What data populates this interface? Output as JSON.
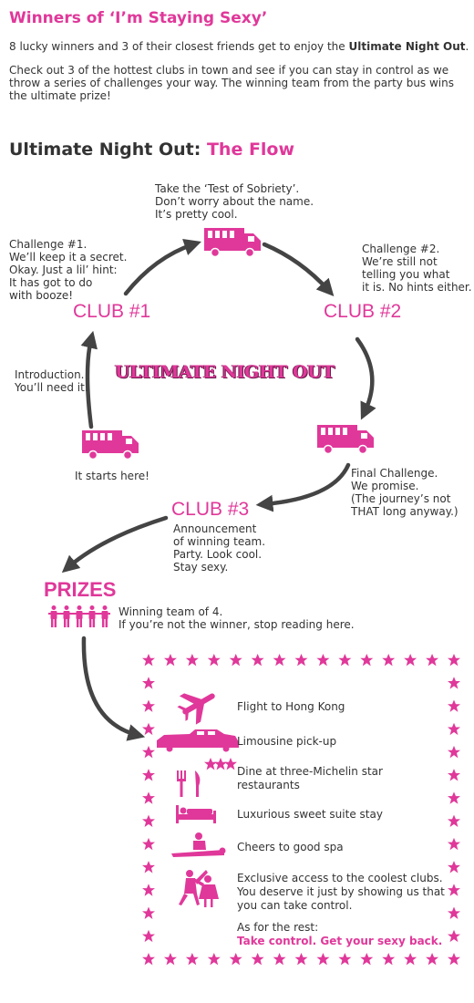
{
  "header": {
    "title": "Winners of ‘I’m Staying Sexy’",
    "intro_pre": "8 lucky winners and 3 of their closest friends get to enjoy the ",
    "intro_bold": "Ultimate Night Out",
    "intro_post": ".",
    "intro_2": "Check out 3 of the hottest clubs in town and see if you can stay in control as we throw a series of challenges your way. The winning team from the party bus wins the ultimate prize!"
  },
  "flow": {
    "heading_main": "Ultimate Night Out: ",
    "heading_accent": "The Flow",
    "center_title": "ULTIMATE NIGHT OUT",
    "clubs": [
      "CLUB #1",
      "CLUB #2",
      "CLUB #3"
    ],
    "steps": {
      "sobriety": [
        "Take the ‘Test of Sobriety’.",
        "Don’t worry about the name.",
        "It’s pretty cool."
      ],
      "challenge1": [
        "Challenge #1.",
        "We’ll keep it a secret.",
        "Okay. Just a lil’ hint:",
        "It has got to do",
        "with booze!"
      ],
      "challenge2": [
        "Challenge #2.",
        "We’re still not",
        "telling you what",
        "it is. No hints either."
      ],
      "introduction": [
        "Introduction.",
        "You’ll need it."
      ],
      "start": "It starts here!",
      "final": [
        "Final Challenge.",
        "We promise.",
        "(The journey’s not",
        "THAT long anyway.)"
      ],
      "club3": [
        "Announcement",
        "of winning team.",
        "Party. Look cool.",
        "Stay sexy."
      ]
    }
  },
  "prizes": {
    "heading": "PRIZES",
    "winning_line_1": "Winning team of 4.",
    "winning_line_2": "If you’re not the winner, stop reading here.",
    "items": [
      {
        "icon": "airplane-icon",
        "text": [
          "Flight to Hong Kong"
        ]
      },
      {
        "icon": "limousine-icon",
        "text": [
          "Limousine pick-up"
        ]
      },
      {
        "icon": "dining-icon",
        "text": [
          "Dine at three-Michelin star",
          "restaurants"
        ]
      },
      {
        "icon": "bed-icon",
        "text": [
          "Luxurious sweet suite stay"
        ]
      },
      {
        "icon": "spa-icon",
        "text": [
          "Cheers to good spa"
        ]
      },
      {
        "icon": "dancing-icon",
        "text": [
          "Exclusive access to the coolest clubs.",
          "You deserve it just by showing us that",
          "you can take control."
        ]
      }
    ],
    "rest_label": "As for the rest:",
    "rest_tagline": "Take control. Get your sexy back."
  },
  "colors": {
    "accent": "#e0389a",
    "arrow": "#444444",
    "text": "#333333"
  }
}
